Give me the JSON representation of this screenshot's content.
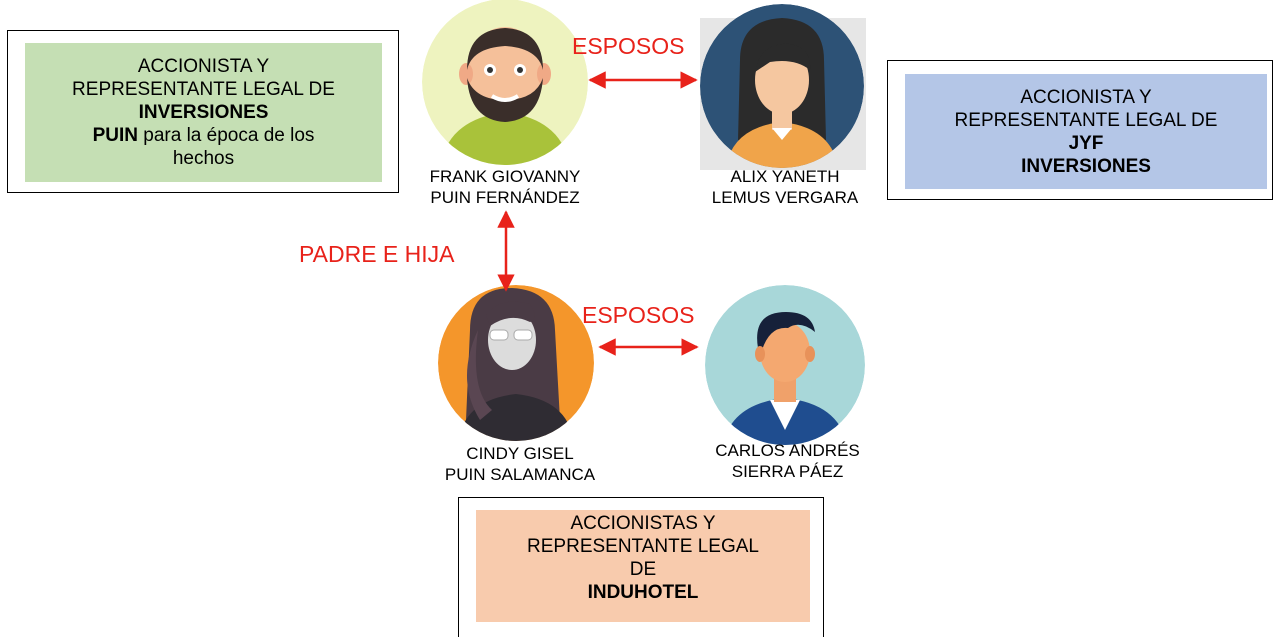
{
  "boxes": {
    "puin": {
      "line1": "ACCIONISTA Y",
      "line2": "REPRESENTANTE LEGAL DE",
      "company_bold": "INVERSIONES",
      "line4_bold": "PUIN",
      "line4_rest": " para la época de los",
      "line5": "hechos",
      "color": "#c5dfb4"
    },
    "jyf": {
      "line1": "ACCIONISTA Y",
      "line2": "REPRESENTANTE LEGAL DE",
      "company_line1": "JYF",
      "company_line2": "INVERSIONES",
      "color": "#b4c6e7"
    },
    "induhotel": {
      "line1": "ACCIONISTAS Y",
      "line2": "REPRESENTANTE LEGAL",
      "line3": "DE",
      "company": "INDUHOTEL",
      "color": "#f8cbad"
    }
  },
  "people": {
    "frank": {
      "line1": "FRANK GIOVANNY",
      "line2": "PUIN FERNÁNDEZ"
    },
    "alix": {
      "line1": "ALIX YANETH",
      "line2": "LEMUS VERGARA"
    },
    "cindy": {
      "line1": "CINDY GISEL",
      "line2": "PUIN SALAMANCA"
    },
    "carlos": {
      "line1": "CARLOS ANDRÉS",
      "line2": "SIERRA PÁEZ"
    }
  },
  "relations": {
    "spouses_top": "ESPOSOS",
    "spouses_bottom": "ESPOSOS",
    "father_daughter": "PADRE E HIJA",
    "color": "#e8221a"
  }
}
